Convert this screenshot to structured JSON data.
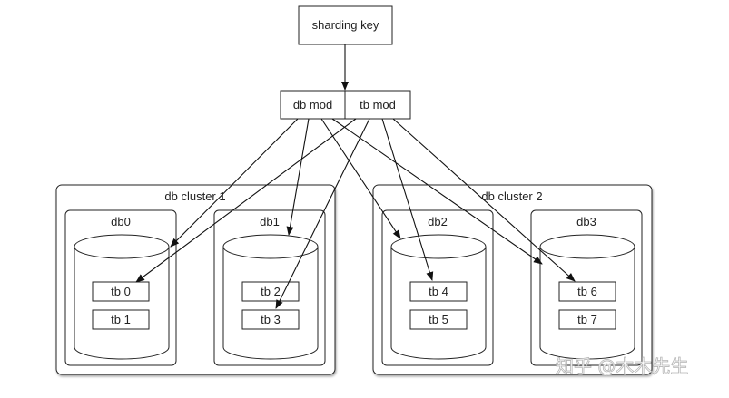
{
  "diagram": {
    "sharding_key": "sharding key",
    "router": {
      "db_mod": "db mod",
      "tb_mod": "tb mod"
    },
    "clusters": [
      {
        "label": "db cluster 1",
        "dbs": [
          {
            "label": "db0",
            "tables": [
              "tb 0",
              "tb 1"
            ]
          },
          {
            "label": "db1",
            "tables": [
              "tb 2",
              "tb 3"
            ]
          }
        ]
      },
      {
        "label": "db cluster 2",
        "dbs": [
          {
            "label": "db2",
            "tables": [
              "tb 4",
              "tb 5"
            ]
          },
          {
            "label": "db3",
            "tables": [
              "tb 6",
              "tb 7"
            ]
          }
        ]
      }
    ],
    "edges": [
      {
        "from": "sharding key",
        "to": "db mod / tb mod"
      },
      {
        "from": "db mod",
        "to": "db0"
      },
      {
        "from": "db mod",
        "to": "db1"
      },
      {
        "from": "db mod",
        "to": "db2"
      },
      {
        "from": "db mod",
        "to": "db3"
      },
      {
        "from": "tb mod",
        "to": "tb 0"
      },
      {
        "from": "tb mod",
        "to": "tb 3"
      },
      {
        "from": "tb mod",
        "to": "tb 4"
      },
      {
        "from": "tb mod",
        "to": "tb 6"
      }
    ]
  },
  "watermark": "知乎 @木木先生"
}
